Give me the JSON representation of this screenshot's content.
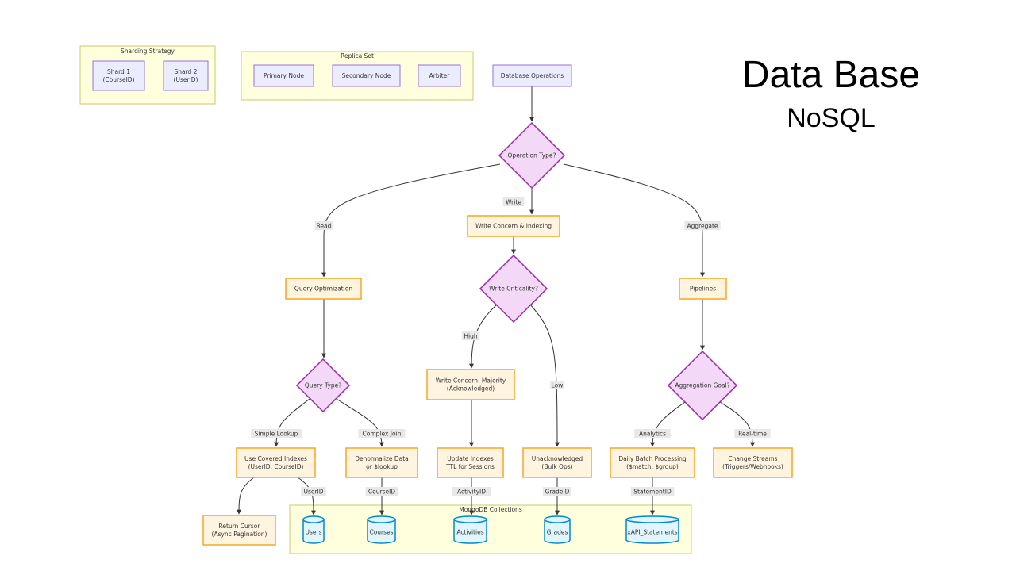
{
  "title": {
    "main": "Data Base",
    "sub": "NoSQL"
  },
  "clusters": {
    "sharding": {
      "label": "Sharding Strategy"
    },
    "replica": {
      "label": "Replica Set"
    },
    "mongo": {
      "label": "MongoDB Collections"
    }
  },
  "nodes": {
    "shard1": {
      "lines": [
        "Shard 1",
        "(CourseID)"
      ]
    },
    "shard2": {
      "lines": [
        "Shard 2",
        "(UserID)"
      ]
    },
    "primary": {
      "lines": [
        "Primary Node"
      ]
    },
    "secondary": {
      "lines": [
        "Secondary Node"
      ]
    },
    "arbiter": {
      "lines": [
        "Arbiter"
      ]
    },
    "dbops": {
      "lines": [
        "Database Operations"
      ]
    },
    "optype": {
      "lines": [
        "Operation Type?"
      ]
    },
    "writeconcern": {
      "lines": [
        "Write Concern & Indexing"
      ]
    },
    "queryopt": {
      "lines": [
        "Query Optimization"
      ]
    },
    "writecrit": {
      "lines": [
        "Write Criticality?"
      ]
    },
    "pipelines": {
      "lines": [
        "Pipelines"
      ]
    },
    "querytype": {
      "lines": [
        "Query Type?"
      ]
    },
    "majority": {
      "lines": [
        "Write Concern: Majority",
        "(Acknowledged)"
      ]
    },
    "agggoal": {
      "lines": [
        "Aggregation Goal?"
      ]
    },
    "covered": {
      "lines": [
        "Use Covered Indexes",
        "(UserID, CourseID)"
      ]
    },
    "denorm": {
      "lines": [
        "Denormalize Data",
        "or $lookup"
      ]
    },
    "updidx": {
      "lines": [
        "Update Indexes",
        "TTL for Sessions"
      ]
    },
    "unack": {
      "lines": [
        "Unacknowledged",
        "(Bulk Ops)"
      ]
    },
    "batch": {
      "lines": [
        "Daily Batch Processing",
        "($match, $group)"
      ]
    },
    "streams": {
      "lines": [
        "Change Streams",
        "(Triggers/Webhooks)"
      ]
    },
    "cursor": {
      "lines": [
        "Return Cursor",
        "(Async Pagination)"
      ]
    },
    "users": {
      "lines": [
        "Users"
      ]
    },
    "courses": {
      "lines": [
        "Courses"
      ]
    },
    "activities": {
      "lines": [
        "Activities"
      ]
    },
    "grades": {
      "lines": [
        "Grades"
      ]
    },
    "xapi": {
      "lines": [
        "xAPI_Statements"
      ]
    }
  },
  "edge_labels": {
    "write": "Write",
    "read": "Read",
    "aggregate": "Aggregate",
    "high": "High",
    "low": "Low",
    "simple_lookup": "Simple Lookup",
    "complex_join": "Complex Join",
    "analytics": "Analytics",
    "realtime": "Real-time",
    "userid": "UserID",
    "courseid": "CourseID",
    "activityid": "ActivityID",
    "gradeid": "GradeID",
    "statementid": "StatementID"
  },
  "colors": {
    "cluster_fill": "#ffffde",
    "cluster_stroke": "#c9c96a",
    "node_fill": "#ececff",
    "node_stroke": "#9370db",
    "process_fill": "#fff4e0",
    "process_stroke": "#f5a623",
    "decision_fill": "#f3d9f7",
    "decision_stroke": "#9c27b0",
    "db_fill": "#e1f5fe",
    "db_stroke": "#0288d1",
    "edge_label_bg": "#e8e8e8",
    "edge": "#333333"
  }
}
